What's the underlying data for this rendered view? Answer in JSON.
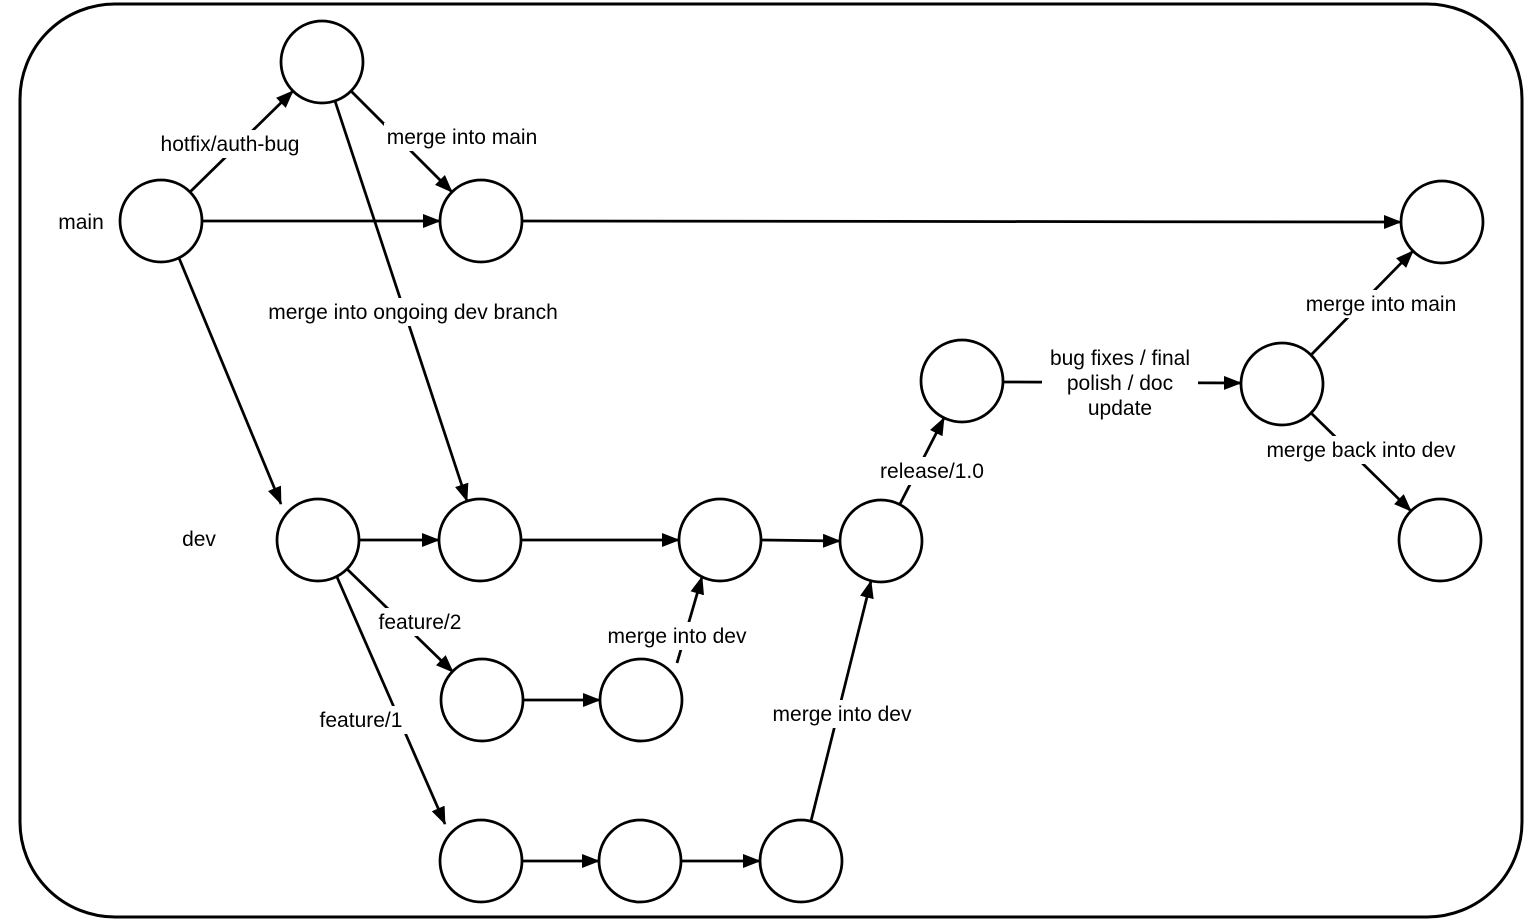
{
  "diagram": {
    "type": "git-branching-flow",
    "background_color": "#ffffff",
    "stroke_color": "#000000",
    "branch_labels": {
      "main": "main",
      "dev": "dev"
    },
    "labels": {
      "hotfix_branch": "hotfix/auth-bug",
      "merge_into_main_top": "merge into main",
      "merge_into_dev_branch": "merge into ongoing dev branch",
      "feature2": "feature/2",
      "feature1": "feature/1",
      "merge_into_dev_f2": "merge into dev",
      "merge_into_dev_f1": "merge into dev",
      "release_branch": "release/1.0",
      "release_work_line1": "bug fixes / final",
      "release_work_line2": "polish / doc",
      "release_work_line3": "update",
      "merge_into_main_right": "merge into main",
      "merge_back_into_dev": "merge back into dev"
    },
    "nodes": [
      {
        "id": "main-1",
        "branch": "main"
      },
      {
        "id": "main-2",
        "branch": "main"
      },
      {
        "id": "main-3",
        "branch": "main"
      },
      {
        "id": "hotfix-1",
        "branch": "hotfix/auth-bug"
      },
      {
        "id": "dev-1",
        "branch": "dev"
      },
      {
        "id": "dev-2",
        "branch": "dev"
      },
      {
        "id": "dev-3",
        "branch": "dev"
      },
      {
        "id": "dev-4",
        "branch": "dev"
      },
      {
        "id": "dev-5",
        "branch": "dev"
      },
      {
        "id": "release-1",
        "branch": "release/1.0"
      },
      {
        "id": "release-2",
        "branch": "release/1.0"
      },
      {
        "id": "feature2-1",
        "branch": "feature/2"
      },
      {
        "id": "feature2-2",
        "branch": "feature/2"
      },
      {
        "id": "feature1-1",
        "branch": "feature/1"
      },
      {
        "id": "feature1-2",
        "branch": "feature/1"
      },
      {
        "id": "feature1-3",
        "branch": "feature/1"
      }
    ],
    "edges": [
      {
        "from": "main-1",
        "to": "hotfix-1",
        "label": "hotfix/auth-bug"
      },
      {
        "from": "hotfix-1",
        "to": "main-2",
        "label": "merge into main"
      },
      {
        "from": "hotfix-1",
        "to": "dev-2",
        "label": "merge into ongoing dev branch"
      },
      {
        "from": "main-1",
        "to": "main-2",
        "label": ""
      },
      {
        "from": "main-2",
        "to": "main-3",
        "label": ""
      },
      {
        "from": "main-1",
        "to": "dev-1",
        "label": ""
      },
      {
        "from": "dev-1",
        "to": "dev-2",
        "label": ""
      },
      {
        "from": "dev-2",
        "to": "dev-3",
        "label": ""
      },
      {
        "from": "dev-3",
        "to": "dev-4",
        "label": ""
      },
      {
        "from": "dev-1",
        "to": "feature2-1",
        "label": "feature/2"
      },
      {
        "from": "feature2-1",
        "to": "feature2-2",
        "label": ""
      },
      {
        "from": "feature2-2",
        "to": "dev-3",
        "label": "merge into dev"
      },
      {
        "from": "dev-1",
        "to": "feature1-1",
        "label": "feature/1"
      },
      {
        "from": "feature1-1",
        "to": "feature1-2",
        "label": ""
      },
      {
        "from": "feature1-2",
        "to": "feature1-3",
        "label": ""
      },
      {
        "from": "feature1-3",
        "to": "dev-4",
        "label": "merge into dev"
      },
      {
        "from": "dev-4",
        "to": "release-1",
        "label": "release/1.0"
      },
      {
        "from": "release-1",
        "to": "release-2",
        "label": "bug fixes / final polish / doc update"
      },
      {
        "from": "release-2",
        "to": "main-3",
        "label": "merge into main"
      },
      {
        "from": "release-2",
        "to": "dev-5",
        "label": "merge back into dev"
      }
    ]
  }
}
